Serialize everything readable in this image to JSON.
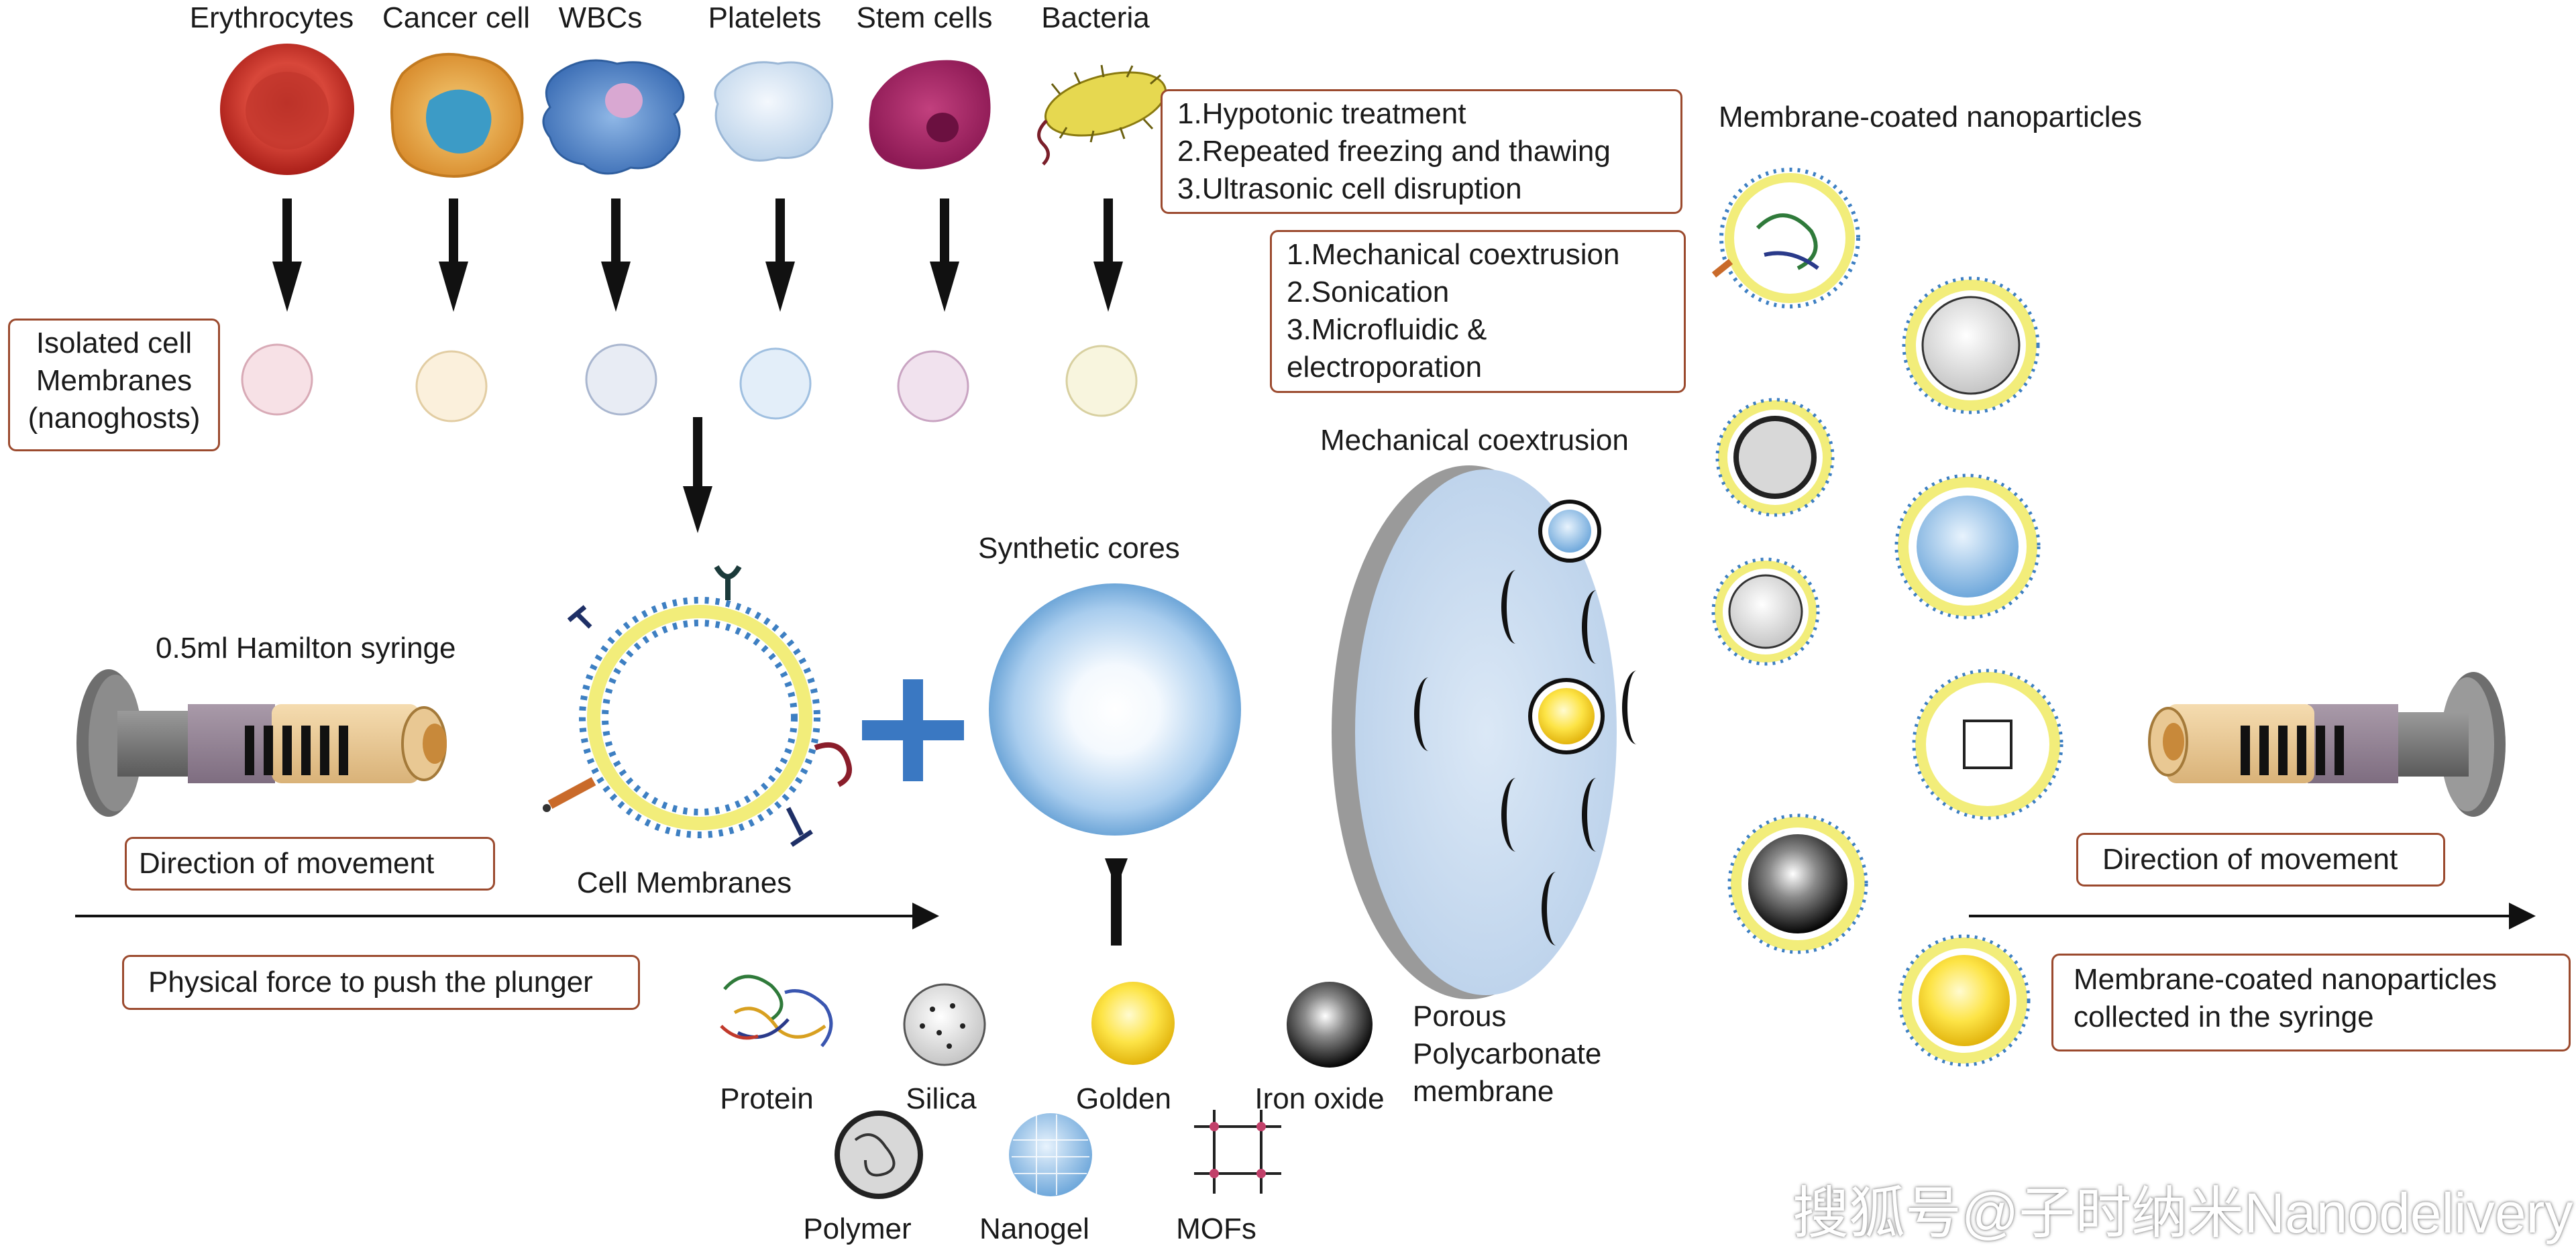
{
  "cells": [
    {
      "name": "Erythrocytes"
    },
    {
      "name": "Cancer cell"
    },
    {
      "name": "WBCs"
    },
    {
      "name": "Platelets"
    },
    {
      "name": "Stem cells"
    },
    {
      "name": "Bacteria"
    }
  ],
  "isolation_box": {
    "lines": [
      "Isolated cell",
      "Membranes",
      "(nanoghosts)"
    ]
  },
  "membrane_methods": {
    "lines": [
      "1.Hypotonic treatment",
      "2.Repeated freezing and thawing",
      "3.Ultrasonic cell disruption"
    ]
  },
  "fusion_methods": {
    "lines": [
      "1.Mechanical coextrusion",
      "2.Sonication",
      "3.Microfluidic &",
      "electroporation"
    ]
  },
  "labels": {
    "syringe": "0.5ml Hamilton syringe",
    "direction_left": "Direction of movement",
    "direction_right": "Direction of movement",
    "physical_force": "Physical force to push the plunger",
    "cell_membranes": "Cell Membranes",
    "synthetic_cores": "Synthetic cores",
    "mechanical_coextrusion": "Mechanical coextrusion",
    "porous_membrane": [
      "Porous",
      "Polycarbonate",
      "membrane"
    ],
    "membrane_coated": "Membrane-coated nanoparticles",
    "collected": [
      "Membrane-coated nanoparticles",
      "collected in the syringe"
    ]
  },
  "cores": [
    {
      "name": "Protein"
    },
    {
      "name": "Silica"
    },
    {
      "name": "Golden"
    },
    {
      "name": "Iron oxide"
    },
    {
      "name": "Polymer"
    },
    {
      "name": "Nanogel"
    },
    {
      "name": "MOFs"
    }
  ],
  "watermark": "搜狐号@子时纳米Nanodelivery",
  "colors": {
    "box_border": "#9b4a2e",
    "plus": "#3a78c2",
    "core": "#9fc8ea",
    "arrow": "#111111"
  }
}
